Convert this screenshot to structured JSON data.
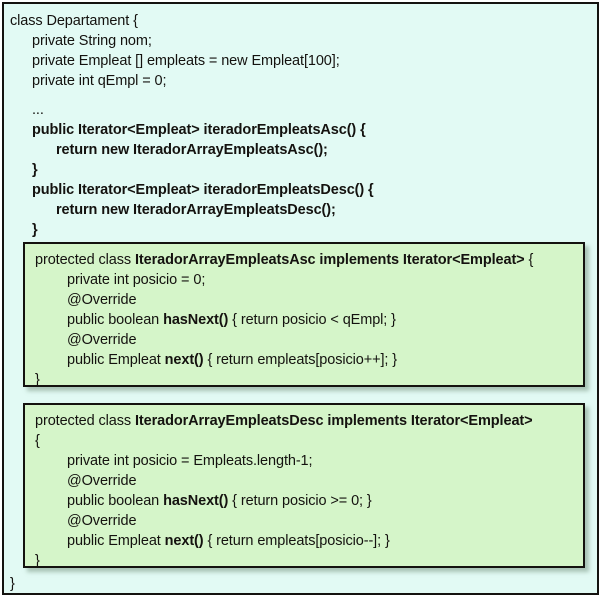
{
  "document": {
    "kind": "java-code-listing",
    "colors": {
      "outer_background": "#e2faf4",
      "inner_background": "#d5f5c9",
      "border": "#14120f",
      "text": "#14120f"
    }
  },
  "outer_class": {
    "header": "class Departament {",
    "fields": [
      "private String nom;",
      "private Empleat [] empleats = new Empleat[100];",
      "private int qEmpl = 0;"
    ],
    "ellipsis": "...",
    "methods": [
      {
        "signature": "public Iterator<Empleat> iteradorEmpleatsAsc() {",
        "body": "return new IteradorArrayEmpleatsAsc();",
        "close": "}"
      },
      {
        "signature": "public Iterator<Empleat> iteradorEmpleatsDesc() {",
        "body": "return new IteradorArrayEmpleatsDesc();",
        "close": "}"
      }
    ],
    "close": "}"
  },
  "inner_classes": [
    {
      "id": "asc",
      "declaration": {
        "modifier": "protected class ",
        "name": "IteradorArrayEmpleatsAsc",
        "implements": " implements Iterator<Empleat>",
        "brace": " {"
      },
      "lines": [
        {
          "text": "private int posicio = 0;"
        },
        {
          "text": "@Override"
        },
        {
          "prefix": "public boolean ",
          "bold": "hasNext()",
          "suffix": " { return posicio < qEmpl; }"
        },
        {
          "text": "@Override"
        },
        {
          "prefix": "public Empleat ",
          "bold": "next()",
          "suffix": " { return empleats[posicio++]; }"
        }
      ],
      "close": "}"
    },
    {
      "id": "desc",
      "declaration": {
        "modifier": "protected class ",
        "name": "IteradorArrayEmpleatsDesc",
        "implements": " implements Iterator<Empleat>",
        "brace": ""
      },
      "open_brace": "{",
      "lines": [
        {
          "text": "private int posicio = Empleats.length-1;"
        },
        {
          "text": "@Override"
        },
        {
          "prefix": "public boolean ",
          "bold": "hasNext()",
          "suffix": " { return posicio >= 0; }"
        },
        {
          "text": "@Override"
        },
        {
          "prefix": "public Empleat ",
          "bold": "next()",
          "suffix": " { return empleats[posicio--]; }"
        }
      ],
      "close": "}"
    }
  ]
}
